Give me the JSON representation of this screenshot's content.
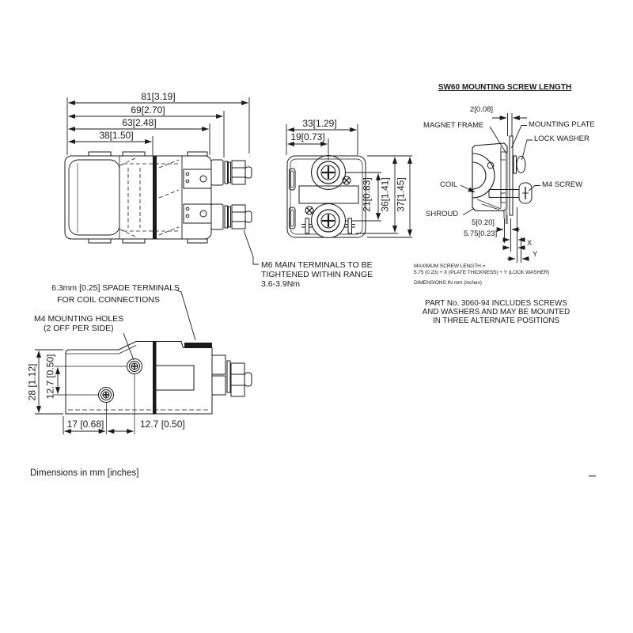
{
  "side_view": {
    "dim_81": "81[3.19]",
    "dim_69": "69[2.70]",
    "dim_63": "63[2.48]",
    "dim_38": "38[1.50]",
    "note_m6": [
      "M6 MAIN TERMINALS TO BE",
      "TIGHTENED WITHIN RANGE",
      "3.6-3.9Nm"
    ]
  },
  "front_view": {
    "dim_33": "33[1.29]",
    "dim_19": "19[0.73]",
    "dim_21": "21[0.83]",
    "dim_36": "36[1.41]",
    "dim_37": "37[1.45]"
  },
  "bottom_view": {
    "dim_28": "28 [1.12]",
    "dim_12_7_v": "12.7 [0.50]",
    "dim_17": "17 [0.68]",
    "dim_12_7_h": "12.7 [0.50]",
    "note_spade": [
      "6.3mm [0.25] SPADE TERMINALS",
      "FOR COIL CONNECTIONS"
    ],
    "note_m4": [
      "M4 MOUNTING HOLES",
      "(2 OFF PER SIDE)"
    ]
  },
  "mounting_detail": {
    "title": "SW60 MOUNTING SCREW LENGTH",
    "dim_2": "2[0.08]",
    "label_magnet_frame": "MAGNET FRAME",
    "label_mounting_plate": "MOUNTING PLATE",
    "label_lock_washer": "LOCK WASHER",
    "label_coil": "COIL",
    "label_shroud": "SHROUD",
    "label_m4_screw": "M4 SCREW",
    "dim_5": "5[0.20]",
    "dim_5_75": "5.75[0.23]",
    "dim_x": "X",
    "dim_y": "Y",
    "notes": [
      "MAXIMUM SCREW LENGTH =",
      "5.75 (0.23) + X (PLATE THICKNESS) + Y (LOCK WASHER)",
      "DIMENSIONS IN mm (inches)"
    ],
    "part_note": [
      "PART No. 3060-94 INCLUDES SCREWS",
      "AND WASHERS AND MAY BE MOUNTED",
      "IN THREE ALTERNATE POSITIONS"
    ]
  },
  "footer": {
    "dimensions_note": "Dimensions in mm [inches]"
  }
}
